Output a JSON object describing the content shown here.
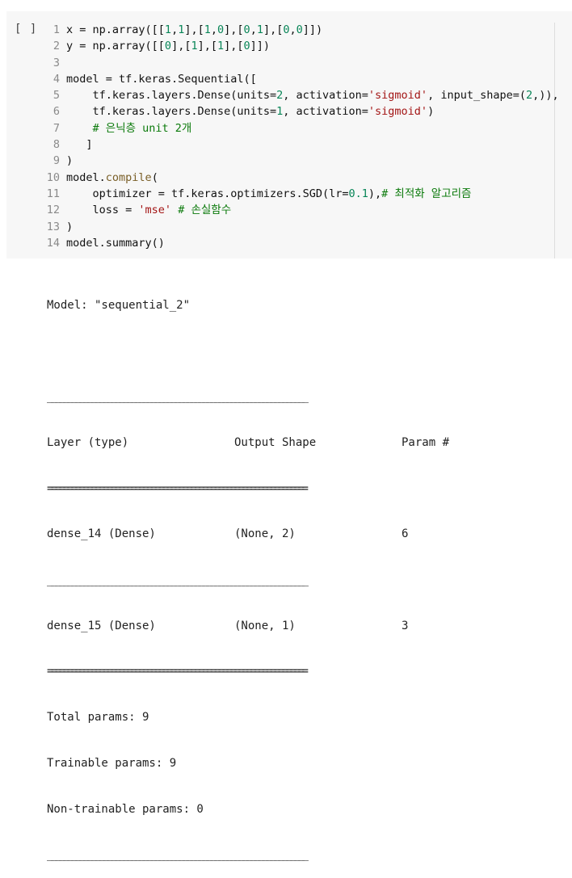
{
  "cell": {
    "run_label": "[ ]",
    "code_lines": [
      {
        "n": "1",
        "parts": [
          [
            "x = np.array([[",
            ""
          ],
          [
            "1",
            "num"
          ],
          [
            ",",
            ""
          ],
          [
            "1",
            "num"
          ],
          [
            "],[",
            ""
          ],
          [
            "1",
            "num"
          ],
          [
            ",",
            ""
          ],
          [
            "0",
            "num"
          ],
          [
            "],[",
            ""
          ],
          [
            "0",
            "num"
          ],
          [
            ",",
            ""
          ],
          [
            "1",
            "num"
          ],
          [
            "],[",
            ""
          ],
          [
            "0",
            "num"
          ],
          [
            ",",
            ""
          ],
          [
            "0",
            "num"
          ],
          [
            "]])",
            ""
          ]
        ]
      },
      {
        "n": "2",
        "parts": [
          [
            "y = np.array([[",
            ""
          ],
          [
            "0",
            "num"
          ],
          [
            "],[",
            ""
          ],
          [
            "1",
            "num"
          ],
          [
            "],[",
            ""
          ],
          [
            "1",
            "num"
          ],
          [
            "],[",
            ""
          ],
          [
            "0",
            "num"
          ],
          [
            "]])",
            ""
          ]
        ]
      },
      {
        "n": "3",
        "parts": [
          [
            "",
            ""
          ]
        ]
      },
      {
        "n": "4",
        "parts": [
          [
            "model = tf.keras.Sequential([",
            ""
          ]
        ]
      },
      {
        "n": "5",
        "parts": [
          [
            "    tf.keras.layers.Dense(units=",
            ""
          ],
          [
            "2",
            "num"
          ],
          [
            ", activation=",
            ""
          ],
          [
            "'sigmoid'",
            "str"
          ],
          [
            ", input_shape=(",
            ""
          ],
          [
            "2",
            "num"
          ],
          [
            ",)),",
            ""
          ]
        ]
      },
      {
        "n": "6",
        "parts": [
          [
            "    tf.keras.layers.Dense(units=",
            ""
          ],
          [
            "1",
            "num"
          ],
          [
            ", activation=",
            ""
          ],
          [
            "'sigmoid'",
            "str"
          ],
          [
            ")",
            ""
          ]
        ]
      },
      {
        "n": "7",
        "parts": [
          [
            "    ",
            ""
          ],
          [
            "# 은닉층 unit 2개",
            "cmt"
          ]
        ]
      },
      {
        "n": "8",
        "parts": [
          [
            "   ]",
            ""
          ]
        ]
      },
      {
        "n": "9",
        "parts": [
          [
            ")",
            ""
          ]
        ]
      },
      {
        "n": "10",
        "parts": [
          [
            "model.",
            ""
          ],
          [
            "compile",
            "fn"
          ],
          [
            "(",
            ""
          ]
        ]
      },
      {
        "n": "11",
        "parts": [
          [
            "    optimizer = tf.keras.optimizers.SGD(lr=",
            ""
          ],
          [
            "0.1",
            "num"
          ],
          [
            "),",
            ""
          ],
          [
            "# 최적화 알고리즘",
            "cmt"
          ]
        ]
      },
      {
        "n": "12",
        "parts": [
          [
            "    loss = ",
            ""
          ],
          [
            "'mse'",
            "str"
          ],
          [
            " ",
            ""
          ],
          [
            "# 손실함수",
            "cmt"
          ]
        ]
      },
      {
        "n": "13",
        "parts": [
          [
            ")",
            ""
          ]
        ]
      },
      {
        "n": "14",
        "parts": [
          [
            "model.summary()",
            ""
          ]
        ]
      }
    ]
  },
  "output": {
    "model_line": "Model: \"sequential_2\"",
    "headers": [
      "Layer (type)",
      "Output Shape",
      "Param #"
    ],
    "rows": [
      [
        "dense_14 (Dense)",
        "(None, 2)",
        "6"
      ],
      [
        "dense_15 (Dense)",
        "(None, 1)",
        "3"
      ]
    ],
    "total": "Total params: 9",
    "trainable": "Trainable params: 9",
    "non_trainable": "Non-trainable params: 0",
    "rule_dash": "_________________________________________________________________",
    "rule_eq": "================================================================="
  }
}
